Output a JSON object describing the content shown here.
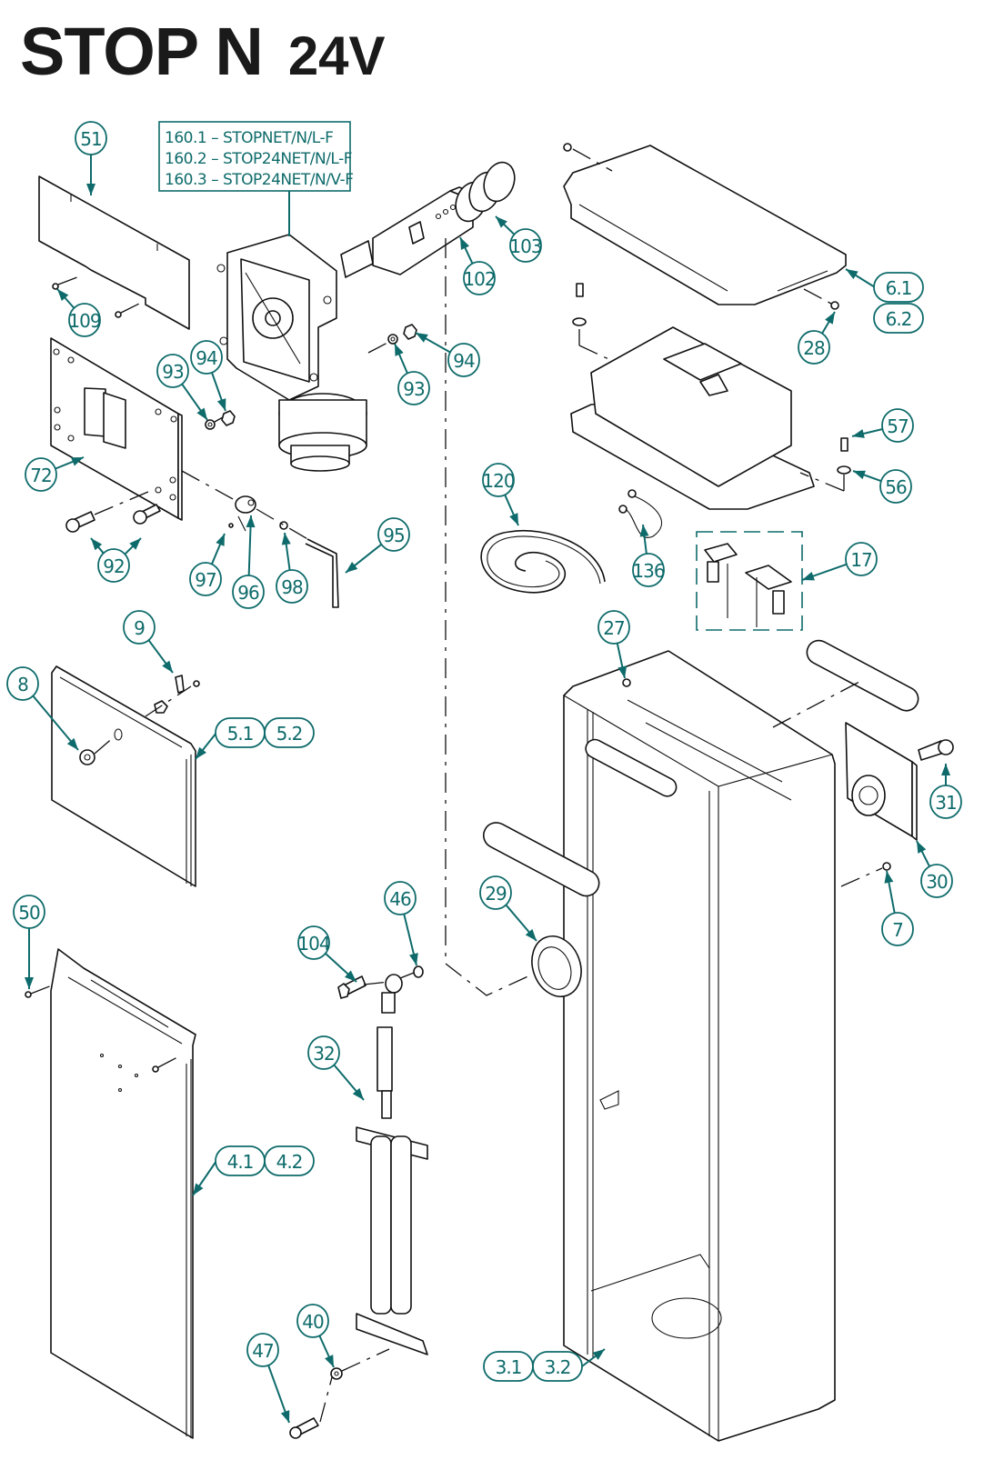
{
  "title": {
    "model": "STOP N",
    "voltage": "24V"
  },
  "colors": {
    "callout": "#0f6b6b",
    "line": "#111111",
    "title": "#1a1a1a"
  },
  "variant_box": {
    "lines": [
      "160.1 – STOPNET/N/L-F",
      "160.2 – STOP24NET/N/L-F",
      "160.3 – STOP24NET/N/V-F"
    ]
  },
  "callouts": [
    {
      "id": "51",
      "label": "51",
      "part": "rear-cover-plate"
    },
    {
      "id": "109",
      "label": "109",
      "part": "cover-screws"
    },
    {
      "id": "93a",
      "label": "93",
      "part": "washer"
    },
    {
      "id": "94a",
      "label": "94",
      "part": "nut"
    },
    {
      "id": "93b",
      "label": "93",
      "part": "washer"
    },
    {
      "id": "94b",
      "label": "94",
      "part": "nut"
    },
    {
      "id": "72",
      "label": "72",
      "part": "motor-mounting-plate"
    },
    {
      "id": "92",
      "label": "92",
      "part": "socket-head-screws"
    },
    {
      "id": "97",
      "label": "97",
      "part": "grub-screw"
    },
    {
      "id": "96",
      "label": "96",
      "part": "release-collar"
    },
    {
      "id": "98",
      "label": "98",
      "part": "circlip"
    },
    {
      "id": "95",
      "label": "95",
      "part": "release-key"
    },
    {
      "id": "102",
      "label": "102",
      "part": "output-shaft"
    },
    {
      "id": "103",
      "label": "103",
      "part": "o-rings"
    },
    {
      "id": "28",
      "label": "28",
      "part": "cover-screw"
    },
    {
      "id": "57",
      "label": "57",
      "part": "screw"
    },
    {
      "id": "56",
      "label": "56",
      "part": "washer"
    },
    {
      "id": "120",
      "label": "120",
      "part": "seal-strip"
    },
    {
      "id": "136",
      "label": "136",
      "part": "earth-cable"
    },
    {
      "id": "17",
      "label": "17",
      "part": "limit-switch-assembly"
    },
    {
      "id": "9",
      "label": "9",
      "part": "lock-latch"
    },
    {
      "id": "8",
      "label": "8",
      "part": "lock-cylinder"
    },
    {
      "id": "27",
      "label": "27",
      "part": "cage-nut"
    },
    {
      "id": "31",
      "label": "31",
      "part": "pin"
    },
    {
      "id": "30",
      "label": "30",
      "part": "flange-plate"
    },
    {
      "id": "7",
      "label": "7",
      "part": "nut"
    },
    {
      "id": "29",
      "label": "29",
      "part": "bearing"
    },
    {
      "id": "50",
      "label": "50",
      "part": "screw"
    },
    {
      "id": "46",
      "label": "46",
      "part": "washer"
    },
    {
      "id": "104",
      "label": "104",
      "part": "bolt"
    },
    {
      "id": "32",
      "label": "32",
      "part": "spring-tensioner"
    },
    {
      "id": "40",
      "label": "40",
      "part": "washer"
    },
    {
      "id": "47",
      "label": "47",
      "part": "bolt"
    }
  ],
  "paired_callouts": [
    {
      "id": "6",
      "labels": [
        "6.1",
        "6.2"
      ],
      "part": "top-cover",
      "layout": "stacked"
    },
    {
      "id": "5",
      "labels": [
        "5.1",
        "5.2"
      ],
      "part": "upper-door",
      "layout": "side-by-side"
    },
    {
      "id": "4",
      "labels": [
        "4.1",
        "4.2"
      ],
      "part": "lower-door",
      "layout": "side-by-side"
    },
    {
      "id": "3",
      "labels": [
        "3.1",
        "3.2"
      ],
      "part": "cabinet-housing",
      "layout": "side-by-side"
    }
  ]
}
